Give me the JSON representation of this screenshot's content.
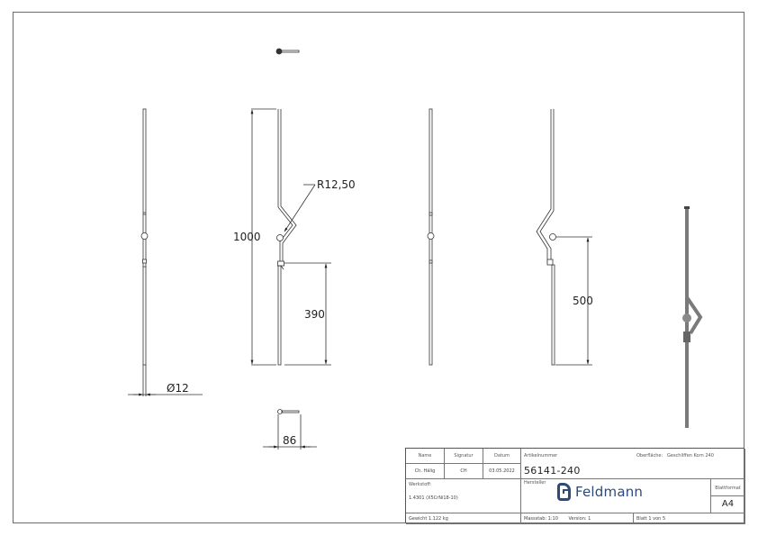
{
  "drawing": {
    "dimensions": {
      "diameter": "Ø12",
      "overall_length": "1000",
      "radius": "R12,50",
      "lower_offset": "390",
      "ball_height": "500",
      "bend_width": "86"
    }
  },
  "title_block": {
    "name_label": "Name",
    "signature_label": "Signatur",
    "date_label": "Datum",
    "name_value": "Ch. Hälig",
    "signature_value": "CH",
    "date_value": "03.05.2022",
    "article_label": "Artikelnummer",
    "article_number": "56141-240",
    "surface_label": "Oberfläche:",
    "surface_value": "Geschliffen Korn 240",
    "material_label": "Werkstoff:",
    "material_value": "1.4301 (X5CrNi18-10)",
    "manufacturer_label": "Hersteller",
    "manufacturer_logo": "Feldmann",
    "format_label": "Blattformat",
    "format_value": "A4",
    "weight": "Gewicht 1.122 kg",
    "scale": "Massstab: 1:10",
    "version": "Version: 1",
    "sheet": "Blatt 1 von 5"
  },
  "colors": {
    "line": "#333333",
    "frame": "#6a6a6a",
    "logo": "#2e4a7a",
    "iso_part": "#7a7a7a"
  }
}
